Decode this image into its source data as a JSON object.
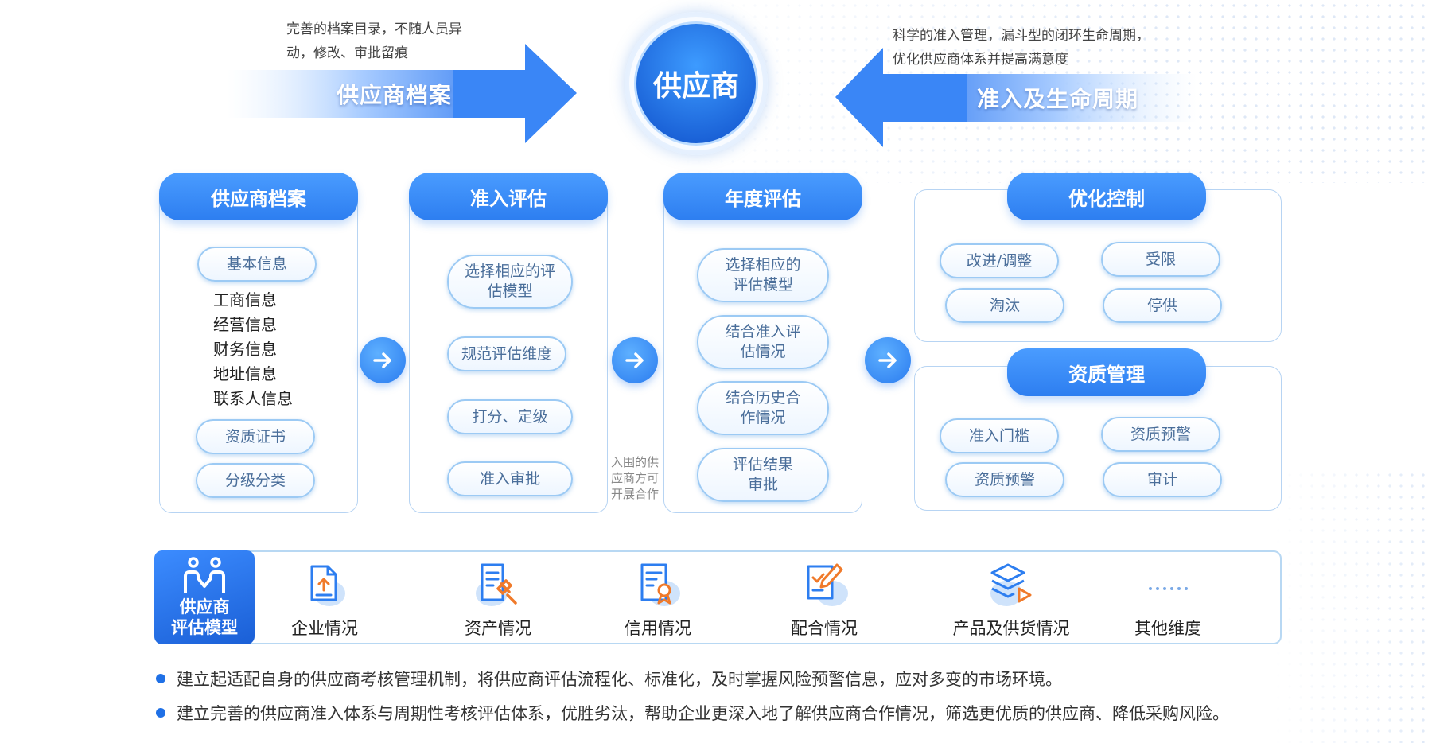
{
  "hub": {
    "label": "供应商"
  },
  "top_left": {
    "desc_line1": "完善的档案目录，不随人员异",
    "desc_line2": "动，修改、审批留痕",
    "banner": "供应商档案"
  },
  "top_right": {
    "desc_line1": "科学的准入管理，漏斗型的闭环生命周期，",
    "desc_line2": "优化供应商体系并提高满意度",
    "banner": "准入及生命周期"
  },
  "columns": {
    "archive": {
      "title": "供应商档案",
      "pill_basic": "基本信息",
      "items": [
        "工商信息",
        "经营信息",
        "财务信息",
        "地址信息",
        "联系人信息"
      ],
      "pill_cert": "资质证书",
      "pill_grade": "分级分类"
    },
    "admission": {
      "title": "准入评估",
      "items": [
        "选择相应的评估模型",
        "规范评估维度",
        "打分、定级",
        "准入审批"
      ]
    },
    "note": {
      "line1": "入围的供",
      "line2": "应商方可",
      "line3": "开展合作"
    },
    "annual": {
      "title": "年度评估",
      "items": [
        "选择相应的评估模型",
        "结合准入评估情况",
        "结合历史合作情况",
        "评估结果审批"
      ]
    },
    "optimize": {
      "title": "优化控制",
      "items": [
        "改进/调整",
        "受限",
        "淘汰",
        "停供"
      ]
    },
    "qualification": {
      "title": "资质管理",
      "items": [
        "准入门槛",
        "资质预警",
        "资质预警",
        "审计"
      ]
    }
  },
  "model": {
    "badge_line1": "供应商",
    "badge_line2": "评估模型",
    "dimensions": [
      {
        "label": "企业情况",
        "icon": "document-upload-icon"
      },
      {
        "label": "资产情况",
        "icon": "asset-hammer-icon"
      },
      {
        "label": "信用情况",
        "icon": "credit-certificate-icon"
      },
      {
        "label": "配合情况",
        "icon": "checklist-pen-icon"
      },
      {
        "label": "产品及供货情况",
        "icon": "product-layers-icon"
      },
      {
        "label": "其他维度",
        "icon": "dots-icon"
      }
    ]
  },
  "bullets": [
    "建立起适配自身的供应商考核管理机制，将供应商评估流程化、标准化，及时掌握风险预警信息，应对多变的市场环境。",
    "建立完善的供应商准入体系与周期性考核评估体系，优胜劣汰，帮助企业更深入地了解供应商合作情况，筛选更优质的供应商、降低采购风险。"
  ],
  "colors": {
    "primary": "#2d7ef0",
    "pill_border": "#9ccaf4",
    "orange": "#f07a2a"
  }
}
